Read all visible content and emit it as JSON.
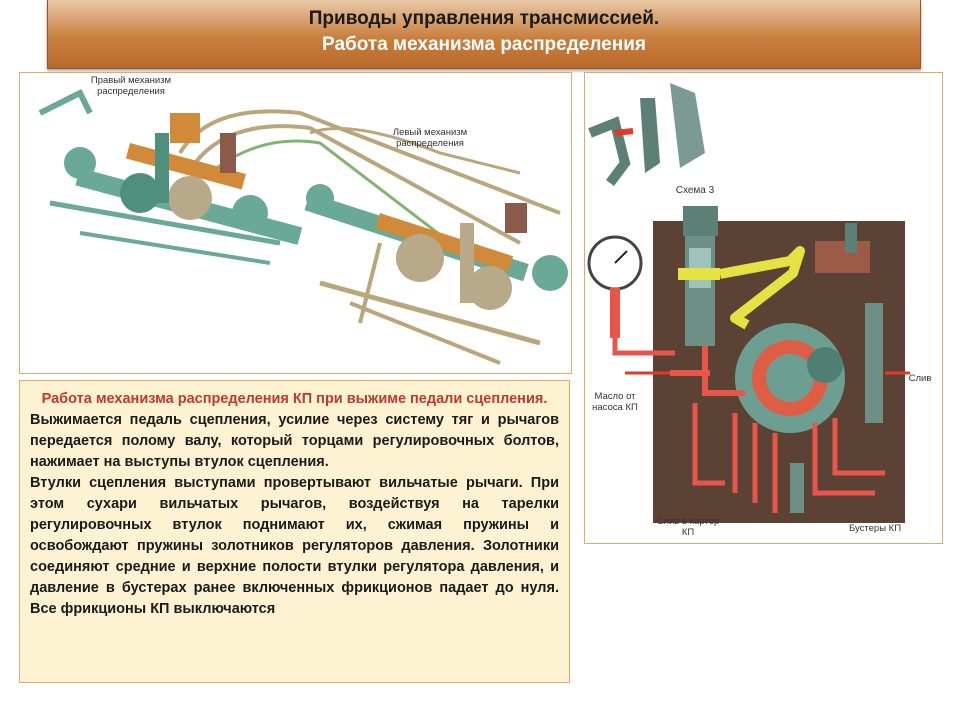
{
  "header": {
    "title": "Приводы управления трансмиссией.",
    "subtitle": "Работа механизма распределения"
  },
  "left_diagram": {
    "label_right": "Правый механизм распределения",
    "label_left": "Левый механизм распределения"
  },
  "right_diagram": {
    "scheme_label": "Схема 3",
    "label_oil": "Масло от насоса КП",
    "label_drain": "Слив",
    "label_drain_case": "Слив в картер КП",
    "label_boosters": "Бустеры КП"
  },
  "text_block": {
    "heading": "Работа механизма распределения  КП при выжиме педали сцепления.",
    "paragraph1": "Выжимается педаль сцепления, усилие через систему тяг и рычагов передается полому валу, который торцами регулировочных болтов, нажимает на выступы втулок сцепления.",
    "paragraph2": "Втулки сцепления выступами провертывают вильчатые рычаги. При этом сухари вильчатых рычагов, воздействуя на тарелки регулировочных втулок поднимают их, сжимая пружины и освобождают пружины золотников регуляторов давления. Золотники соединяют средние и верхние полости втулки регулятора давления, и давление в бустерах ранее включенных фрикционов падает до нуля.  Все фрикционы КП выключаются"
  },
  "colors": {
    "accent_red": "#c0392b",
    "title_gradient": "#c9803f",
    "panel_border": "#e8a868",
    "text_bg": "#fdf3d3"
  }
}
